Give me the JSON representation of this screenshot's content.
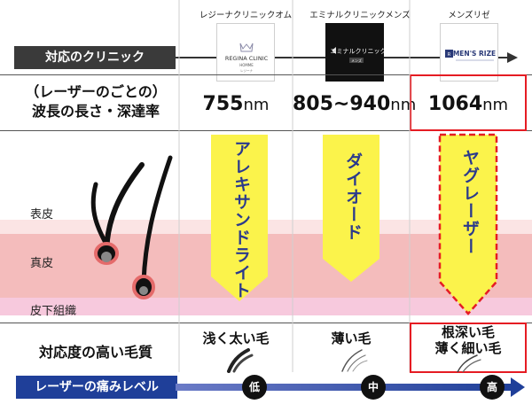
{
  "clinics": [
    {
      "name": "レジーナクリニックオム",
      "logo_lines": [
        "REGINA CLINIC",
        "HOMME",
        "レジーナ"
      ],
      "logo_style": "light"
    },
    {
      "name": "エミナルクリニックメンズ",
      "logo_lines": [
        "エミナルクリニック",
        "メンズ"
      ],
      "logo_style": "dark"
    },
    {
      "name": "メンズリゼ",
      "logo_lines": [
        "MEN'S RIZE"
      ],
      "logo_style": "light"
    }
  ],
  "clinic_row_label": "対応のクリニック",
  "wavelength_label": [
    "（レーザーのごとの）",
    "波長の長さ・深達率"
  ],
  "wavelengths": [
    {
      "value": "755",
      "unit": "nm"
    },
    {
      "value": "805~940",
      "unit": "nm"
    },
    {
      "value": "1064",
      "unit": "nm"
    }
  ],
  "laser_types": [
    "アレキサンドライト",
    "ダイオード",
    "ヤグレーザー"
  ],
  "skin_layers": [
    "表皮",
    "真皮",
    "皮下組織"
  ],
  "hair_quality_label": "対応度の高い毛質",
  "hair_types": [
    [
      "浅く太い毛"
    ],
    [
      "薄い毛"
    ],
    [
      "根深い毛",
      "薄く細い毛"
    ]
  ],
  "pain_label": "レーザーの痛みレベル",
  "pain_levels": [
    "低",
    "中",
    "高"
  ],
  "colors": {
    "beam": "#fbf34b",
    "red": "#e51c23",
    "navy": "#1f3f99",
    "dark_bar": "#3a3a3a",
    "text_blue": "#2b3a8c"
  }
}
